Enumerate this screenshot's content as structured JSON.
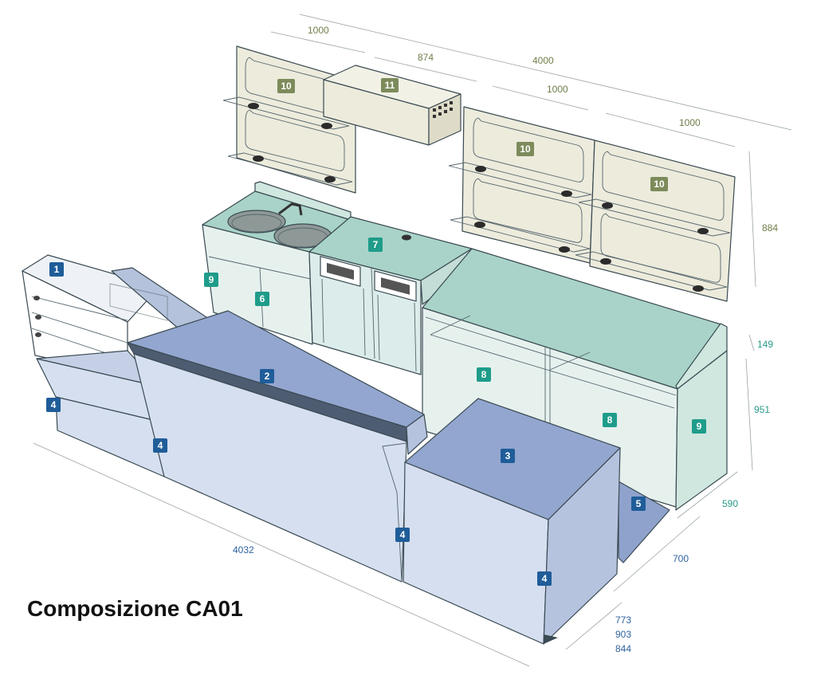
{
  "caption": "Composizione CA01",
  "colors": {
    "panel_back": "#ecebdc",
    "badge_back": "#7d8b5b",
    "cabinet_teal": "#cfe7df",
    "top_teal": "#a9d3c8",
    "badge_teal": "#1f9c8a",
    "counter_top": "#93a6cf",
    "counter_front": "#d6dff0",
    "badge_blue": "#1f5d99"
  },
  "badges": {
    "b1": "1",
    "b2": "2",
    "b3": "3",
    "b4a": "4",
    "b4b": "4",
    "b4c": "4",
    "b4d": "4",
    "b5": "5",
    "b6": "6",
    "b7": "7",
    "b8a": "8",
    "b8b": "8",
    "b9a": "9",
    "b9b": "9",
    "b10a": "10",
    "b10b": "10",
    "b10c": "10",
    "b11": "11"
  },
  "dimensions": {
    "back_1000_left": "1000",
    "back_874": "874",
    "back_4000": "4000",
    "back_1000_mid": "1000",
    "back_1000_right": "1000",
    "height_884": "884",
    "height_149": "149",
    "height_951": "951",
    "depth_590": "590",
    "depth_700": "700",
    "height_773": "773",
    "height_903": "903",
    "height_844": "844",
    "length_4032": "4032"
  }
}
